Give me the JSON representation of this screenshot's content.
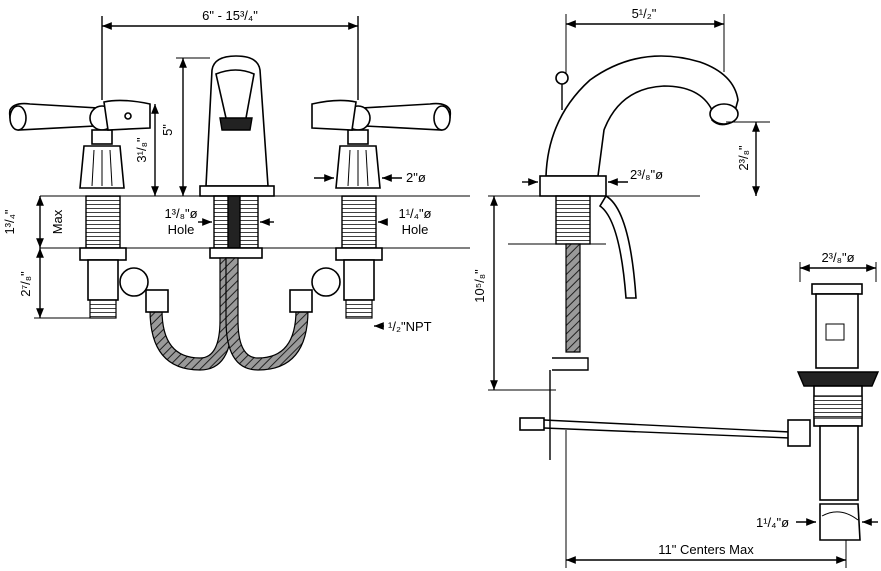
{
  "front_view": {
    "dim_top": "6\" - 15³/₄\"",
    "dim_spout_height": "5\"",
    "dim_handle_height": "3¹/₈\"",
    "dim_handle_dia": "2\"ø",
    "dim_deck_max_value": "1³/₄\"",
    "dim_deck_max_label": "Max",
    "dim_center_hole_value": "1³/₈\"ø",
    "dim_center_hole_label": "Hole",
    "dim_side_hole_value": "1¹/₄\"ø",
    "dim_side_hole_label": "Hole",
    "dim_shank": "2⁷/₈\"",
    "dim_npt": "¹/₂\"NPT"
  },
  "side_view": {
    "dim_spout_reach": "5¹/₂\"",
    "dim_base_dia": "2³/₈\"ø",
    "dim_spout_outlet": "2³/₈\"",
    "dim_below_deck": "10⁵/₈\"",
    "dim_drain_top": "2³/₈\"ø",
    "dim_drain_tail": "1¹/₄\"ø",
    "dim_centers": "11\" Centers Max"
  }
}
